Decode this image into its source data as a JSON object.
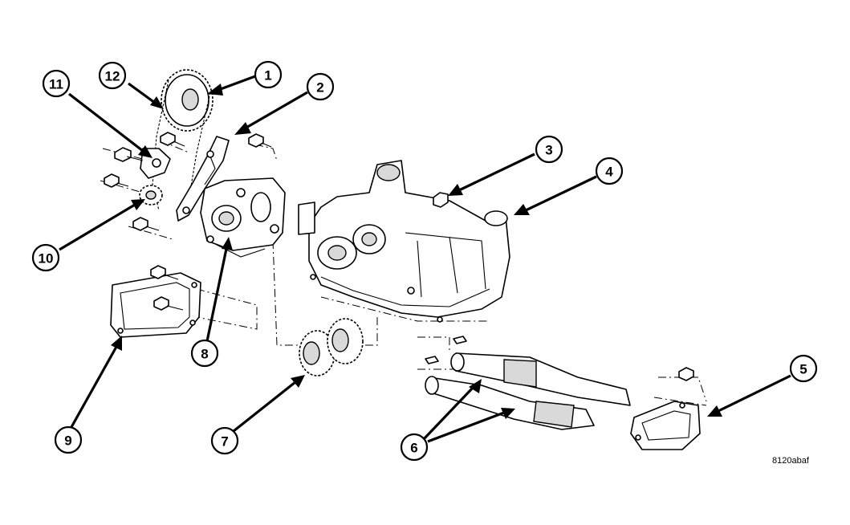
{
  "figure_id": "8120abaf",
  "callouts": [
    {
      "id": "c1",
      "label": "1"
    },
    {
      "id": "c2",
      "label": "2"
    },
    {
      "id": "c3",
      "label": "3"
    },
    {
      "id": "c4",
      "label": "4"
    },
    {
      "id": "c5",
      "label": "5"
    },
    {
      "id": "c6",
      "label": "6"
    },
    {
      "id": "c7",
      "label": "7"
    },
    {
      "id": "c8",
      "label": "8"
    },
    {
      "id": "c9",
      "label": "9"
    },
    {
      "id": "c10",
      "label": "10"
    },
    {
      "id": "c11",
      "label": "11"
    },
    {
      "id": "c12",
      "label": "12"
    }
  ],
  "colors": {
    "line": "#000000",
    "background": "#ffffff",
    "shade": "#d9d9d9"
  }
}
